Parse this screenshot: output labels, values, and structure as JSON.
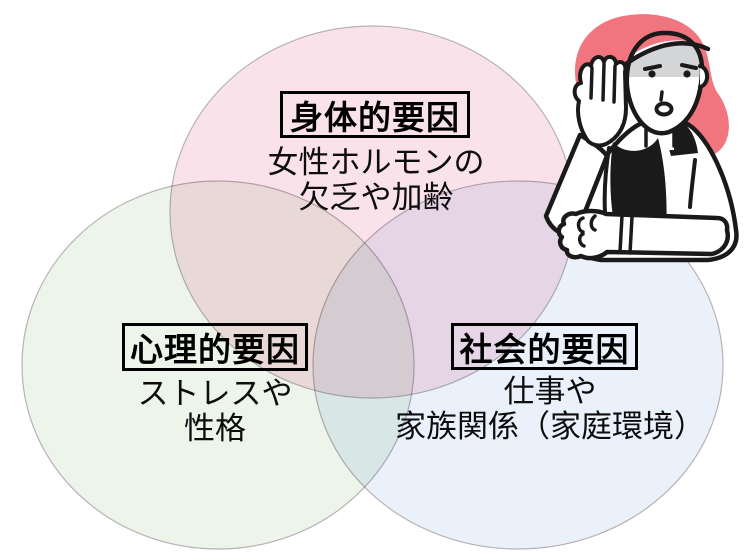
{
  "diagram": {
    "type": "venn",
    "circles": [
      {
        "id": "physical",
        "label": "身体的要因",
        "line1": "女性ホルモンの",
        "line2": "欠乏や加齢",
        "fill": "#fae2ea",
        "stroke": "#b8b2b6"
      },
      {
        "id": "psychological",
        "label": "心理的要因",
        "line1": "ストレスや",
        "line2": "性格",
        "fill": "#edf4ea",
        "stroke": "#b8b2b6"
      },
      {
        "id": "social",
        "label": "社会的要因",
        "line1": "仕事や",
        "line2": "家族関係（家庭環境）",
        "fill": "#eaf1fb",
        "stroke": "#b8b2b6"
      }
    ],
    "illustration": {
      "name": "worried-woman",
      "hair_color": "#f0757f",
      "face_shadow_color": "#d3d5d7",
      "outline_color": "#1a1a1a"
    }
  }
}
